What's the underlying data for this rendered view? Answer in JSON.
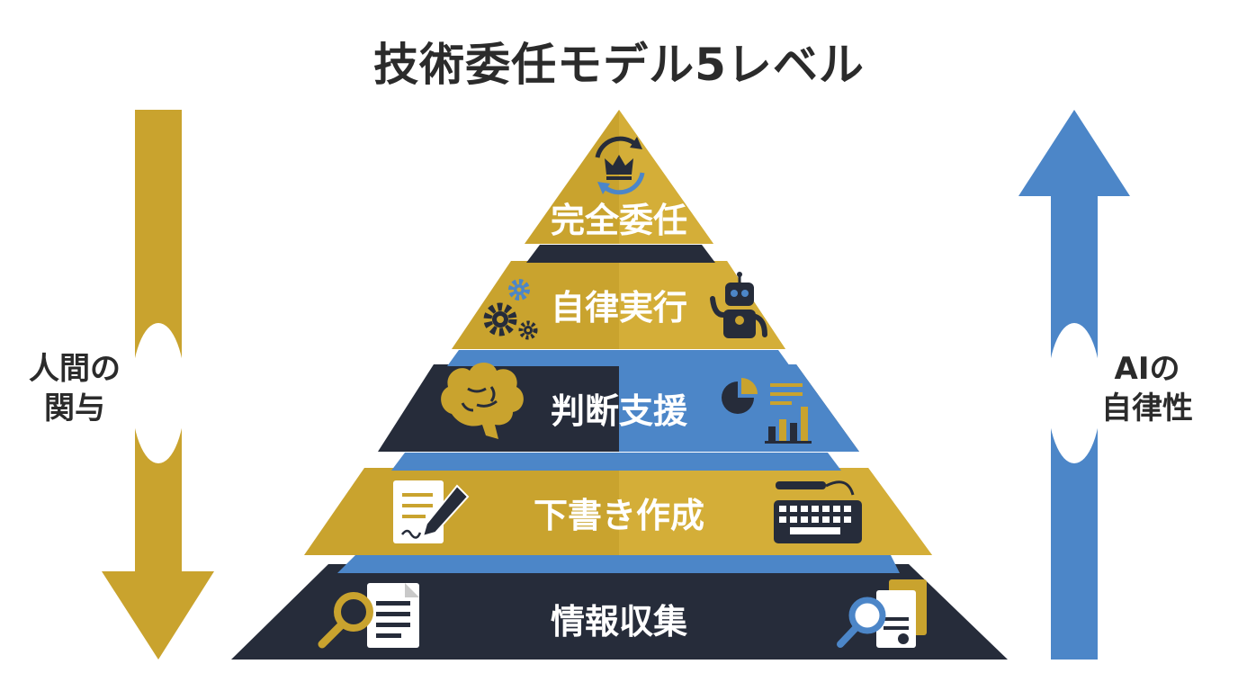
{
  "title": "技術委任モデル5レベル",
  "left_arrow": {
    "label_line1": "人間の",
    "label_line2": "関与",
    "color": "#c9a32e"
  },
  "right_arrow": {
    "label_line1": "AIの",
    "label_line2": "自律性",
    "color": "#4c86c8"
  },
  "colors": {
    "gold": "#c9a32e",
    "navy": "#262c3a",
    "blue": "#4c86c8"
  },
  "levels": [
    {
      "label": "完全委任",
      "left_icon": "crown-cycle-icon"
    },
    {
      "label": "自律実行",
      "left_icon": "gears-icon",
      "right_icon": "robot-icon"
    },
    {
      "label": "判断支援",
      "left_icon": "brain-icon",
      "right_icon": "analytics-chart-icon"
    },
    {
      "label": "下書き作成",
      "left_icon": "document-pen-icon",
      "right_icon": "keyboard-icon"
    },
    {
      "label": "情報収集",
      "left_icon": "magnifier-document-icon",
      "right_icon": "document-search-icon"
    }
  ]
}
